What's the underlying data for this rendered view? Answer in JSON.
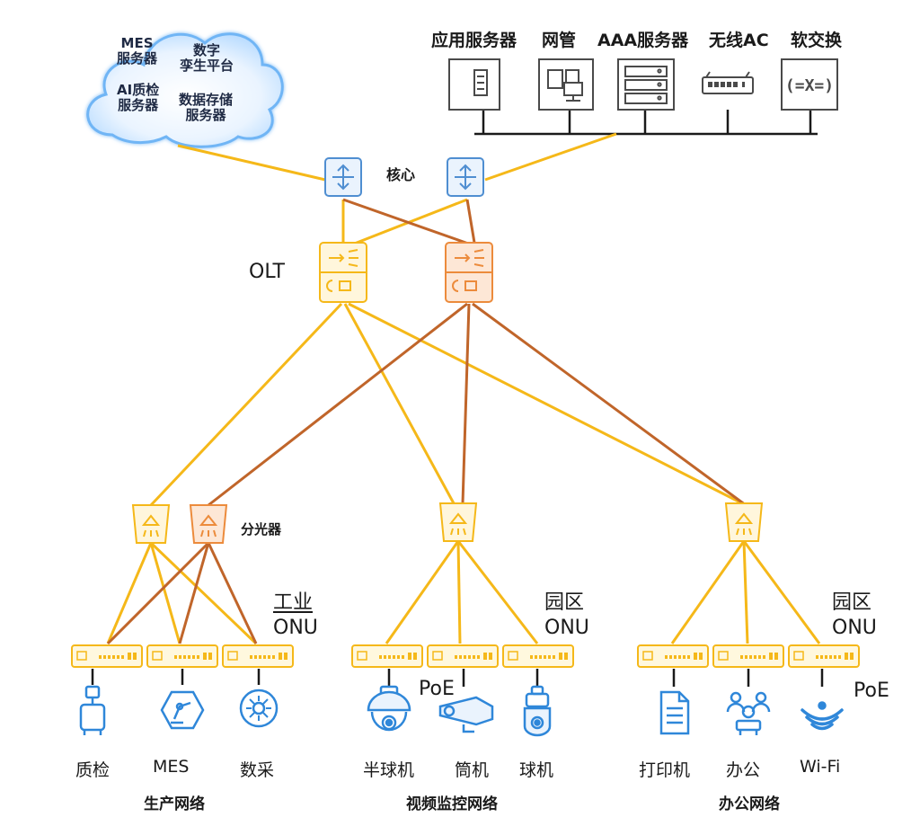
{
  "colors": {
    "yellow": "#f5b819",
    "brown": "#c0652a",
    "blue": "#4f8ed1",
    "orange": "#ec8b3c",
    "icon_gray": "#4a4a4a",
    "icon_blue": "#2f87d9"
  },
  "cloud": {
    "mes_line1": "MES",
    "mes_line2": "服务器",
    "twin_line1": "数字",
    "twin_line2": "孪生平台",
    "ai_line1": "AI质检",
    "ai_line2": "服务器",
    "storage_line1": "数据存储",
    "storage_line2": "服务器"
  },
  "servers": [
    {
      "label": "应用服务器",
      "icon": "application-server-icon"
    },
    {
      "label": "网管",
      "icon": "network-management-icon"
    },
    {
      "label": "AAA服务器",
      "icon": "aaa-server-icon"
    },
    {
      "label": "无线AC",
      "icon": "wireless-ac-icon"
    },
    {
      "label": "软交换",
      "icon": "softswitch-icon"
    }
  ],
  "core": {
    "label": "核心",
    "icon": "core-switch-icon"
  },
  "olt": {
    "label": "OLT",
    "icon": "olt-icon"
  },
  "splitter": {
    "label": "分光器",
    "icon": "splitter-icon"
  },
  "onu_groups": {
    "industrial_line1": "工业",
    "industrial_line2": "ONU",
    "campus_line1": "园区",
    "campus_line2": "ONU",
    "campus2_line1": "园区",
    "campus2_line2": "ONU"
  },
  "poe": {
    "video": "PoE",
    "office": "PoE"
  },
  "devices": [
    {
      "label": "质检",
      "icon": "quality-inspection-icon"
    },
    {
      "label": "MES",
      "icon": "mes-robot-arm-icon"
    },
    {
      "label": "数采",
      "icon": "data-collection-icon"
    },
    {
      "label": "半球机",
      "icon": "dome-camera-icon"
    },
    {
      "label": "筒机",
      "icon": "bullet-camera-icon"
    },
    {
      "label": "球机",
      "icon": "speed-dome-camera-icon"
    },
    {
      "label": "打印机",
      "icon": "printer-document-icon"
    },
    {
      "label": "办公",
      "icon": "office-users-icon"
    },
    {
      "label": "Wi-Fi",
      "icon": "wifi-icon"
    }
  ],
  "networks": {
    "production": "生产网络",
    "video": "视频监控网络",
    "office": "办公网络"
  }
}
